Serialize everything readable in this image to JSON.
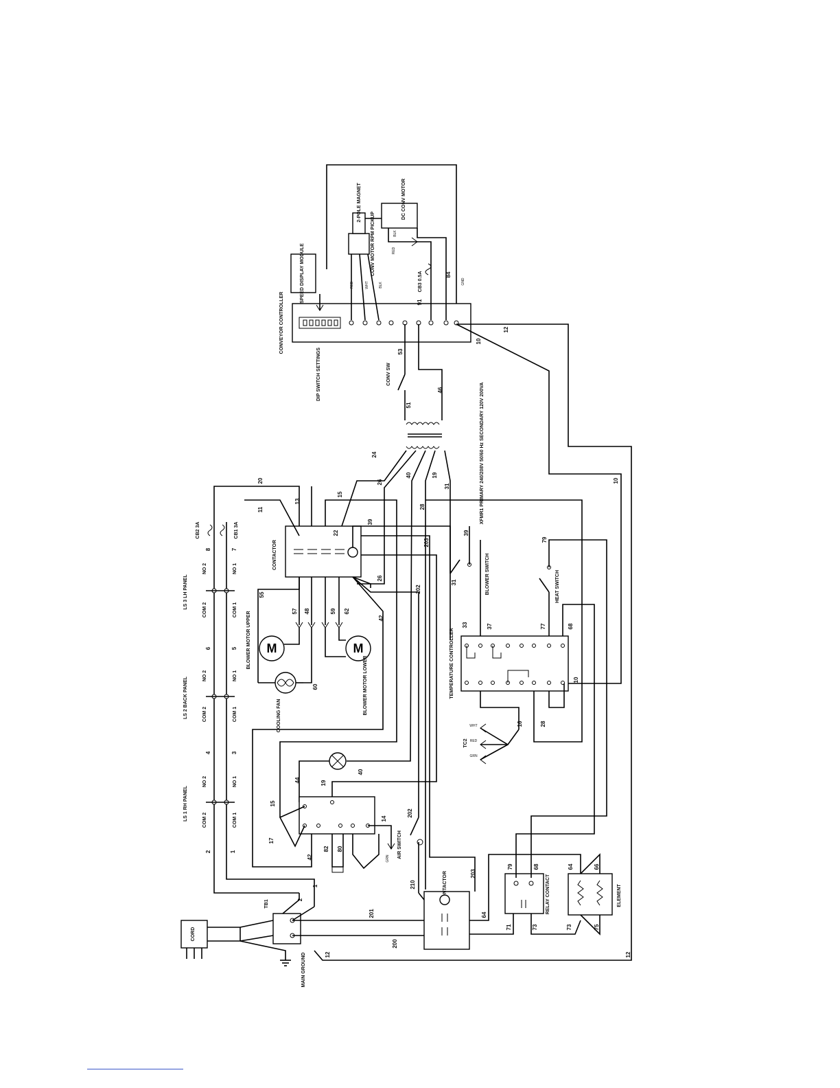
{
  "labels": {
    "conveyor_controller": "CONVEYOR CONTROLLER",
    "speed_display": "SPEED DISPLAY MODULE",
    "conv_motor_pickup": "CONV MOTOR RPM PICKUP",
    "two_pole_magnet": "2-POLE MAGNET",
    "dc_conv_motor": "DC CONV MOTOR",
    "cb3": "CB3 0.5A",
    "dip_switch": "DIP SWITCH SETTINGS",
    "conv_sw": "CONV SW",
    "xfmr": "XFMR1 PRIMARY 240/208V 50/60 Hz SECONDARY 120V 200VA",
    "contactor_top": "CONTACTOR",
    "contactor_bottom": "CONTACTOR",
    "blower_switch": "BLOWER SWITCH",
    "heat_switch": "HEAT SWITCH",
    "temperature_controller": "TEMPERATURE CONTROLLER",
    "tc2": "TC2",
    "relay_contact": "RELAY CONTACT",
    "element": "ELEMENT",
    "air_switch": "AIR SWITCH",
    "cooling_fan": "COOLING FAN",
    "blower_upper": "BLOWER MOTOR UPPER",
    "blower_lower": "BLOWER MOTOR LOWER",
    "cord": "CORD",
    "main_ground": "MAIN GROUND",
    "tb1": "TB1",
    "cb2": "CB2 3A",
    "cb1": "CB1 3A",
    "ls3": "LS 3 LH PANEL",
    "ls2": "LS 2 BACK PANEL",
    "ls1": "LS 1 RH PANEL",
    "com1": "COM 1",
    "com2": "COM 2",
    "no1": "NO 1",
    "no2": "NO 2",
    "motor_symbol": "M",
    "pin_wht": "WHT",
    "pin_red": "RED",
    "pin_grn": "GRN",
    "pin_blk": "BLK",
    "pin_gnd": "GND"
  },
  "wire_numbers": {
    "w1": "1",
    "w2": "2",
    "w3": "3",
    "w4": "4",
    "w5": "5",
    "w6": "6",
    "w7": "7",
    "w8": "8",
    "w10": "10",
    "w11": "11",
    "w12": "12",
    "w13": "13",
    "w14": "14",
    "w15": "15",
    "w16": "16",
    "w17": "17",
    "w19": "19",
    "w20": "20",
    "w22": "22",
    "w24": "24",
    "w26": "26",
    "w28": "28",
    "w31": "31",
    "w33": "33",
    "w37": "37",
    "w39": "39",
    "w40": "40",
    "w42": "42",
    "w44": "44",
    "w46": "46",
    "w48": "48",
    "w51": "51",
    "w53": "53",
    "w55": "55",
    "w57": "57",
    "w59": "59",
    "w60": "60",
    "w62": "62",
    "w64": "64",
    "w66": "66",
    "w68": "68",
    "w71": "71",
    "w73": "73",
    "w75": "75",
    "w77": "77",
    "w79": "79",
    "w80": "80",
    "w82": "82",
    "w84": "84",
    "w91": "91",
    "w200": "200",
    "w201": "201",
    "w202": "202",
    "w203": "203",
    "w210": "210"
  }
}
